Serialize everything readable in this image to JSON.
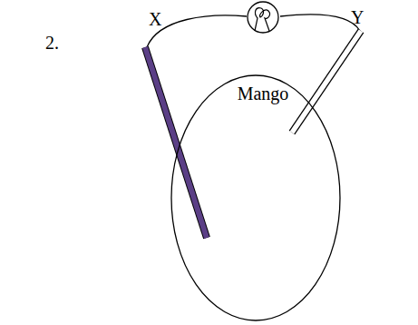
{
  "diagram": {
    "nodes": [
      {
        "text": [
          "Mango"
        ]
      }
    ],
    "labels": [
      "2.",
      "X",
      "Y"
    ]
  }
}
